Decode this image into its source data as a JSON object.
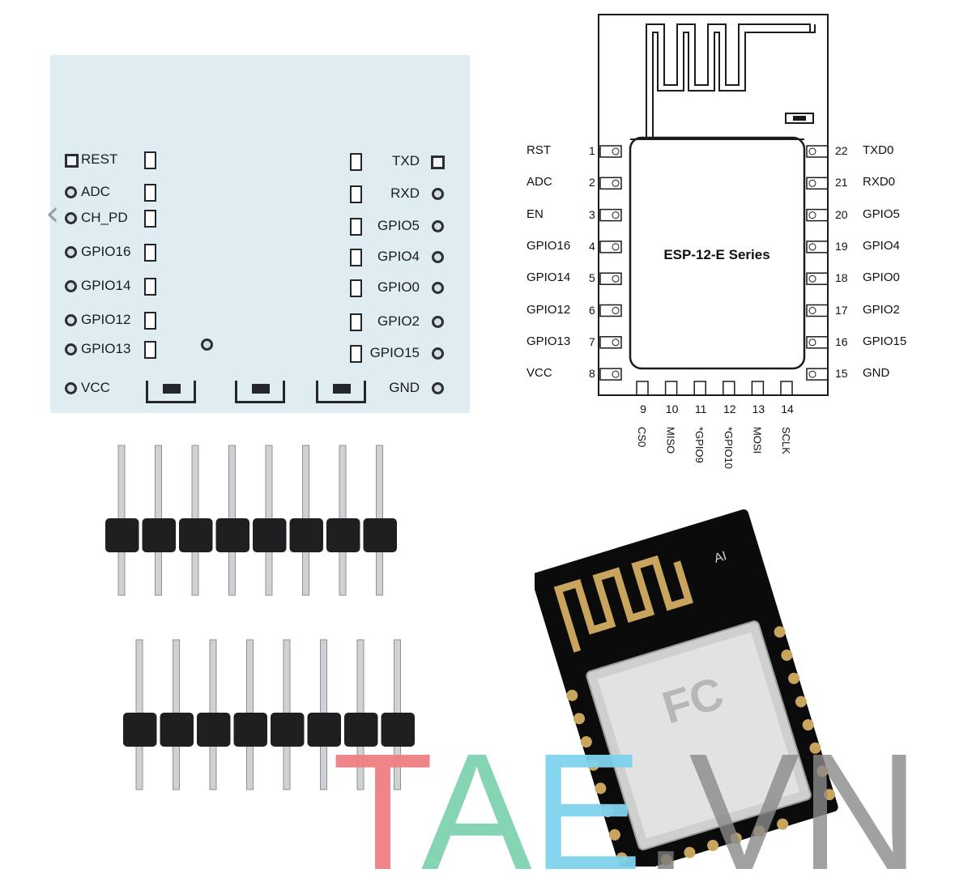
{
  "board": {
    "left_labels": [
      "REST",
      "ADC",
      "CH_PD",
      "GPIO16",
      "GPIO14",
      "GPIO12",
      "GPIO13",
      "VCC"
    ],
    "right_labels": [
      "TXD",
      "RXD",
      "GPIO5",
      "GPIO4",
      "GPIO0",
      "GPIO2",
      "GPIO15",
      "GND"
    ]
  },
  "pinout": {
    "title": "ESP-12-E Series",
    "left_pins": [
      {
        "name": "RST",
        "num": "1"
      },
      {
        "name": "ADC",
        "num": "2"
      },
      {
        "name": "EN",
        "num": "3"
      },
      {
        "name": "GPIO16",
        "num": "4"
      },
      {
        "name": "GPIO14",
        "num": "5"
      },
      {
        "name": "GPIO12",
        "num": "6"
      },
      {
        "name": "GPIO13",
        "num": "7"
      },
      {
        "name": "VCC",
        "num": "8"
      }
    ],
    "right_pins": [
      {
        "name": "TXD0",
        "num": "22"
      },
      {
        "name": "RXD0",
        "num": "21"
      },
      {
        "name": "GPIO5",
        "num": "20"
      },
      {
        "name": "GPIO4",
        "num": "19"
      },
      {
        "name": "GPIO0",
        "num": "18"
      },
      {
        "name": "GPIO2",
        "num": "17"
      },
      {
        "name": "GPIO15",
        "num": "16"
      },
      {
        "name": "GND",
        "num": "15"
      }
    ],
    "bottom_pins": [
      {
        "name": "CS0",
        "num": "9"
      },
      {
        "name": "MISO",
        "num": "10"
      },
      {
        "name": "*GPIO9",
        "num": "11"
      },
      {
        "name": "*GPIO10",
        "num": "12"
      },
      {
        "name": "MOSI",
        "num": "13"
      },
      {
        "name": "SCLK",
        "num": "14"
      }
    ]
  },
  "module": {
    "chip_text": "AI",
    "shield_text": "FC"
  },
  "watermark": {
    "letters": [
      "T",
      "A",
      "E",
      ".",
      "V",
      "N"
    ],
    "colors": [
      "#ef7f82",
      "#7fd3b0",
      "#7fd3ef",
      "#7a7a7a",
      "#8a8a8a",
      "#8a8a8a"
    ]
  }
}
